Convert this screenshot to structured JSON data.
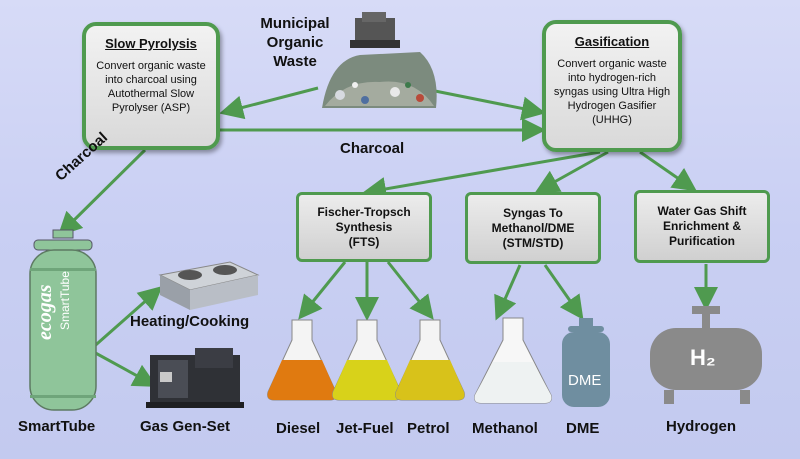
{
  "source": {
    "label": "Municipal\nOrganic\nWaste"
  },
  "slow_pyrolysis": {
    "title": "Slow Pyrolysis",
    "desc": "Convert organic waste into charcoal using Autothermal Slow Pyrolyser (ASP)"
  },
  "gasification": {
    "title": "Gasification",
    "desc": "Convert organic waste into hydrogen-rich syngas using Ultra High Hydrogen Gasifier (UHHG)"
  },
  "charcoal_mid": "Charcoal",
  "charcoal_left": "Charcoal",
  "processes": [
    {
      "label": "Fischer-Tropsch\nSynthesis\n(FTS)"
    },
    {
      "label": "Syngas To\nMethanol/DME\n(STM/STD)"
    },
    {
      "label": "Water Gas Shift\nEnrichment &\nPurification"
    }
  ],
  "smarttube": {
    "brand": "ecogas",
    "sub": "SmartTube",
    "label": "SmartTube"
  },
  "heating": "Heating/Cooking",
  "genset": "Gas Gen-Set",
  "products": {
    "diesel": "Diesel",
    "jetfuel": "Jet-Fuel",
    "petrol": "Petrol",
    "methanol": "Methanol",
    "dme": "DME",
    "hydrogen": "Hydrogen"
  },
  "dme_tank_text": "DME",
  "h2_text": "H₂",
  "colors": {
    "arrow": "#4f9a4f",
    "border": "#4f9a4f",
    "diesel": "#e07a10",
    "jet": "#d8d21a",
    "petrol": "#d8c21a",
    "cylinder": "#8fc59a",
    "dme_tank": "#6f8ea0",
    "hydrogen_tank": "#8a8a8a"
  }
}
